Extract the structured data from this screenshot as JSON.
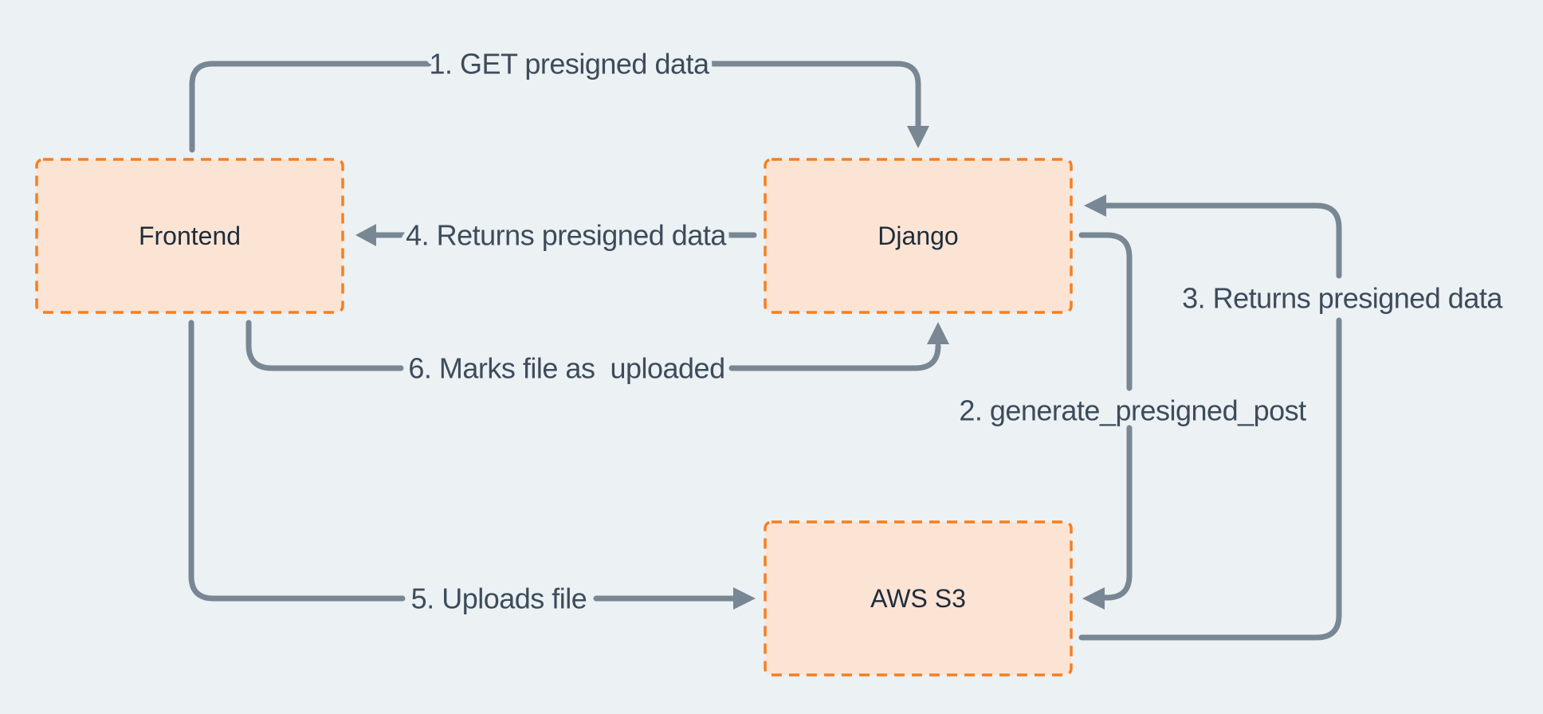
{
  "diagram": {
    "nodes": {
      "frontend": {
        "label": "Frontend"
      },
      "django": {
        "label": "Django"
      },
      "aws_s3": {
        "label": "AWS S3"
      }
    },
    "steps": {
      "step1": {
        "label": "1. GET presigned data",
        "from": "frontend",
        "to": "django"
      },
      "step2": {
        "label": "2. generate_presigned_post",
        "from": "django",
        "to": "aws_s3"
      },
      "step3": {
        "label": "3. Returns presigned data",
        "from": "aws_s3",
        "to": "django"
      },
      "step4": {
        "label": "4. Returns presigned data",
        "from": "django",
        "to": "frontend"
      },
      "step5": {
        "label": "5. Uploads file",
        "from": "frontend",
        "to": "aws_s3"
      },
      "step6": {
        "label": "6. Marks file as  uploaded",
        "from": "frontend",
        "to": "django"
      }
    },
    "colors": {
      "background": "#ecf1f4",
      "node_fill": "#fce4d4",
      "node_border": "#f57f21",
      "arrow": "#788793",
      "arrow_label_text": "#3d4c5b",
      "node_label_text": "#1f2c3a"
    }
  }
}
